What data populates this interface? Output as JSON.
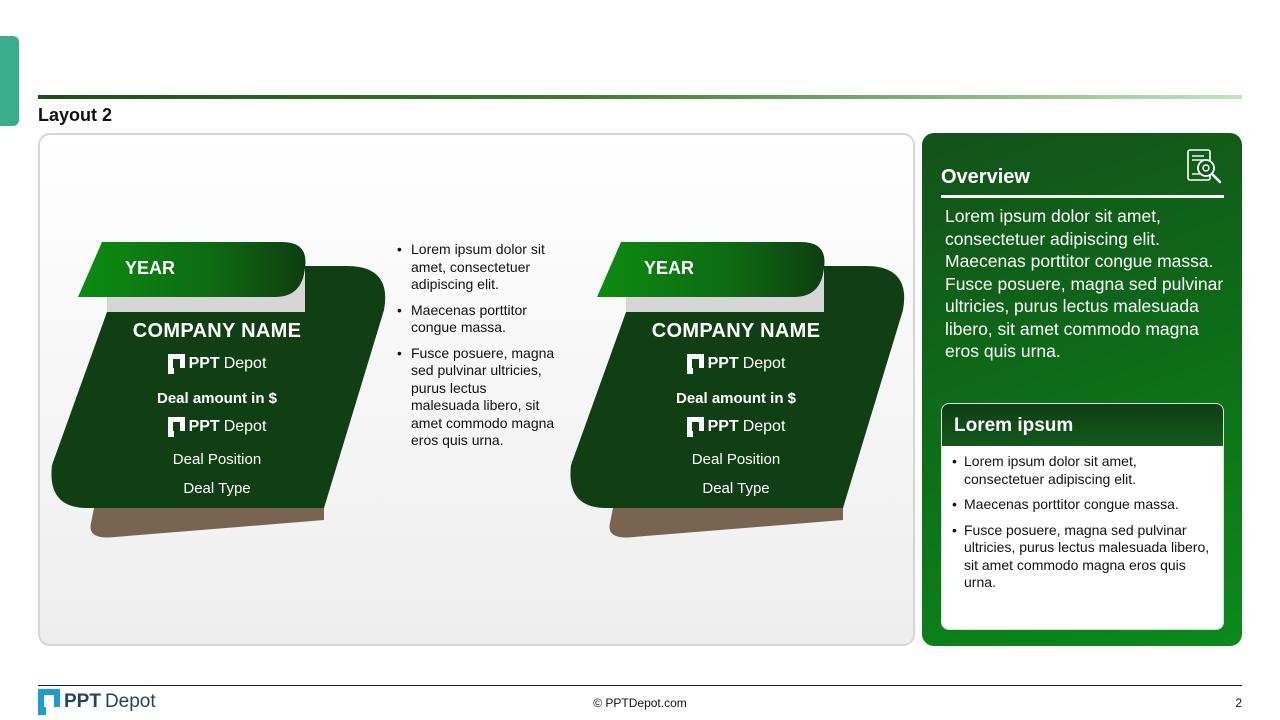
{
  "slide": {
    "title": "Layout 2",
    "accent_color": "#3aae8c"
  },
  "cards": [
    {
      "year": "YEAR",
      "company": "COMPANY NAME",
      "logo_bold": "PPT",
      "logo_light": "Depot",
      "deal_amount": "Deal amount in $",
      "deal_position": "Deal Position",
      "deal_type": "Deal Type"
    },
    {
      "year": "YEAR",
      "company": "COMPANY NAME",
      "logo_bold": "PPT",
      "logo_light": "Depot",
      "deal_amount": "Deal amount in $",
      "deal_position": "Deal Position",
      "deal_type": "Deal Type"
    }
  ],
  "middle_bullets": [
    "Lorem ipsum dolor sit amet, consectetuer adipiscing elit.",
    "Maecenas porttitor congue massa.",
    "Fusce posuere, magna sed pulvinar ultricies, purus lectus malesuada libero, sit amet commodo magna eros quis urna."
  ],
  "overview": {
    "title": "Overview",
    "icon": "document-search-icon",
    "text": "Lorem ipsum dolor sit amet, consectetuer adipiscing elit. Maecenas porttitor congue massa. Fusce posuere, magna sed pulvinar ultricies, purus lectus malesuada libero, sit amet commodo magna eros quis urna."
  },
  "lorem_box": {
    "title": "Lorem ipsum",
    "bullets": [
      "Lorem ipsum dolor sit amet, consectetuer adipiscing elit.",
      "Maecenas porttitor congue massa.",
      "Fusce posuere, magna sed pulvinar ultricies, purus lectus malesuada libero, sit amet commodo magna eros quis urna."
    ]
  },
  "footer": {
    "logo_bold": "PPT",
    "logo_light": "Depot",
    "copyright": "© PPTDepot.com",
    "page_number": "2"
  }
}
